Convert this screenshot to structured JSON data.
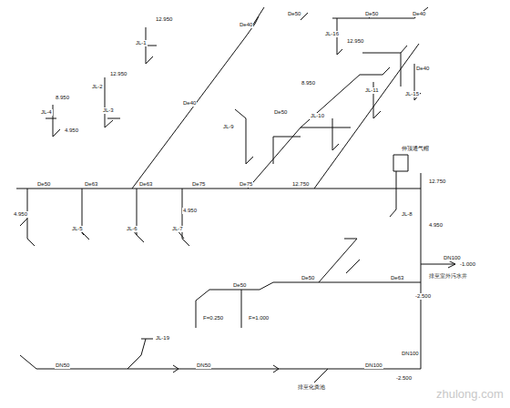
{
  "diagram": {
    "labels": [
      "De40",
      "De40",
      "De50",
      "De50",
      "De40",
      "De40",
      "De50",
      "JL-1",
      "JL-2",
      "JL-3",
      "JL-4",
      "JL-9",
      "JL-10",
      "JL-11",
      "JL-15",
      "JL-16",
      "12.950",
      "12.950",
      "8.950",
      "4.950",
      "12.950",
      "8.950",
      "De50",
      "De63",
      "De63",
      "De75",
      "De75",
      "12.750",
      "JL-5",
      "JL-6",
      "JL-7",
      "JL-8",
      "4.950",
      "4.950",
      "伸顶通气帽",
      "12.750",
      "4.950",
      "DN100",
      "-1.000",
      "排至室外污水井",
      "De63",
      "De50",
      "De50",
      "-2.500",
      "F=1.000",
      "F=0.250",
      "JL-19",
      "DN50",
      "DN100",
      "DN100",
      "-2.500",
      "DN50",
      "排至化粪池",
      "zhulong.com"
    ]
  }
}
